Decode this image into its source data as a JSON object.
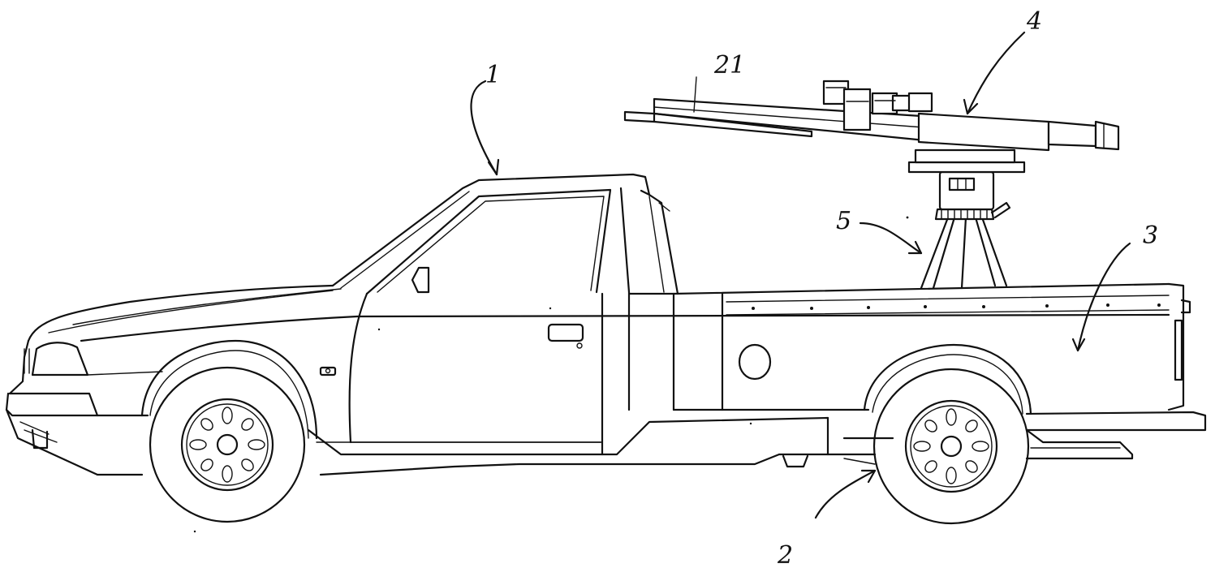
{
  "callouts": {
    "vehicle": "1",
    "chassis": "2",
    "cargo_bed": "3",
    "weapon": "4",
    "tripod_mount": "5",
    "barrel_assembly": "21"
  }
}
